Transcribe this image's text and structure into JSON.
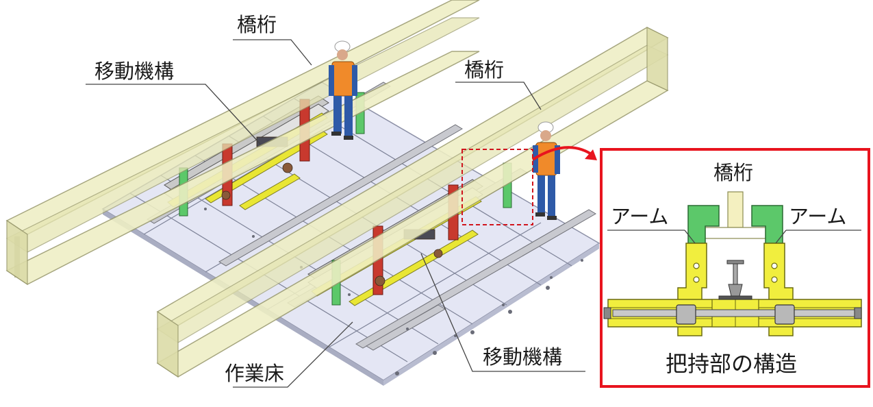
{
  "labels": {
    "girder_top": "橋桁",
    "girder_right": "橋桁",
    "mechanism_left": "移動機構",
    "mechanism_bottom": "移動機構",
    "floor": "作業床"
  },
  "inset": {
    "girder": "橋桁",
    "arm_left": "アーム",
    "arm_right": "アーム",
    "caption": "把持部の構造"
  },
  "colors": {
    "girder_fill": "#efefc4",
    "girder_edge": "#9a9a6e",
    "floor_fill": "#e4e6f4",
    "arm_green": "#5cc86a",
    "frame_yellow": "#f1ee3e",
    "mechanism_red": "#c8392e",
    "inset_border": "#e8141e",
    "worker_vest": "#f08a2a",
    "worker_suit": "#2e5aa8"
  }
}
